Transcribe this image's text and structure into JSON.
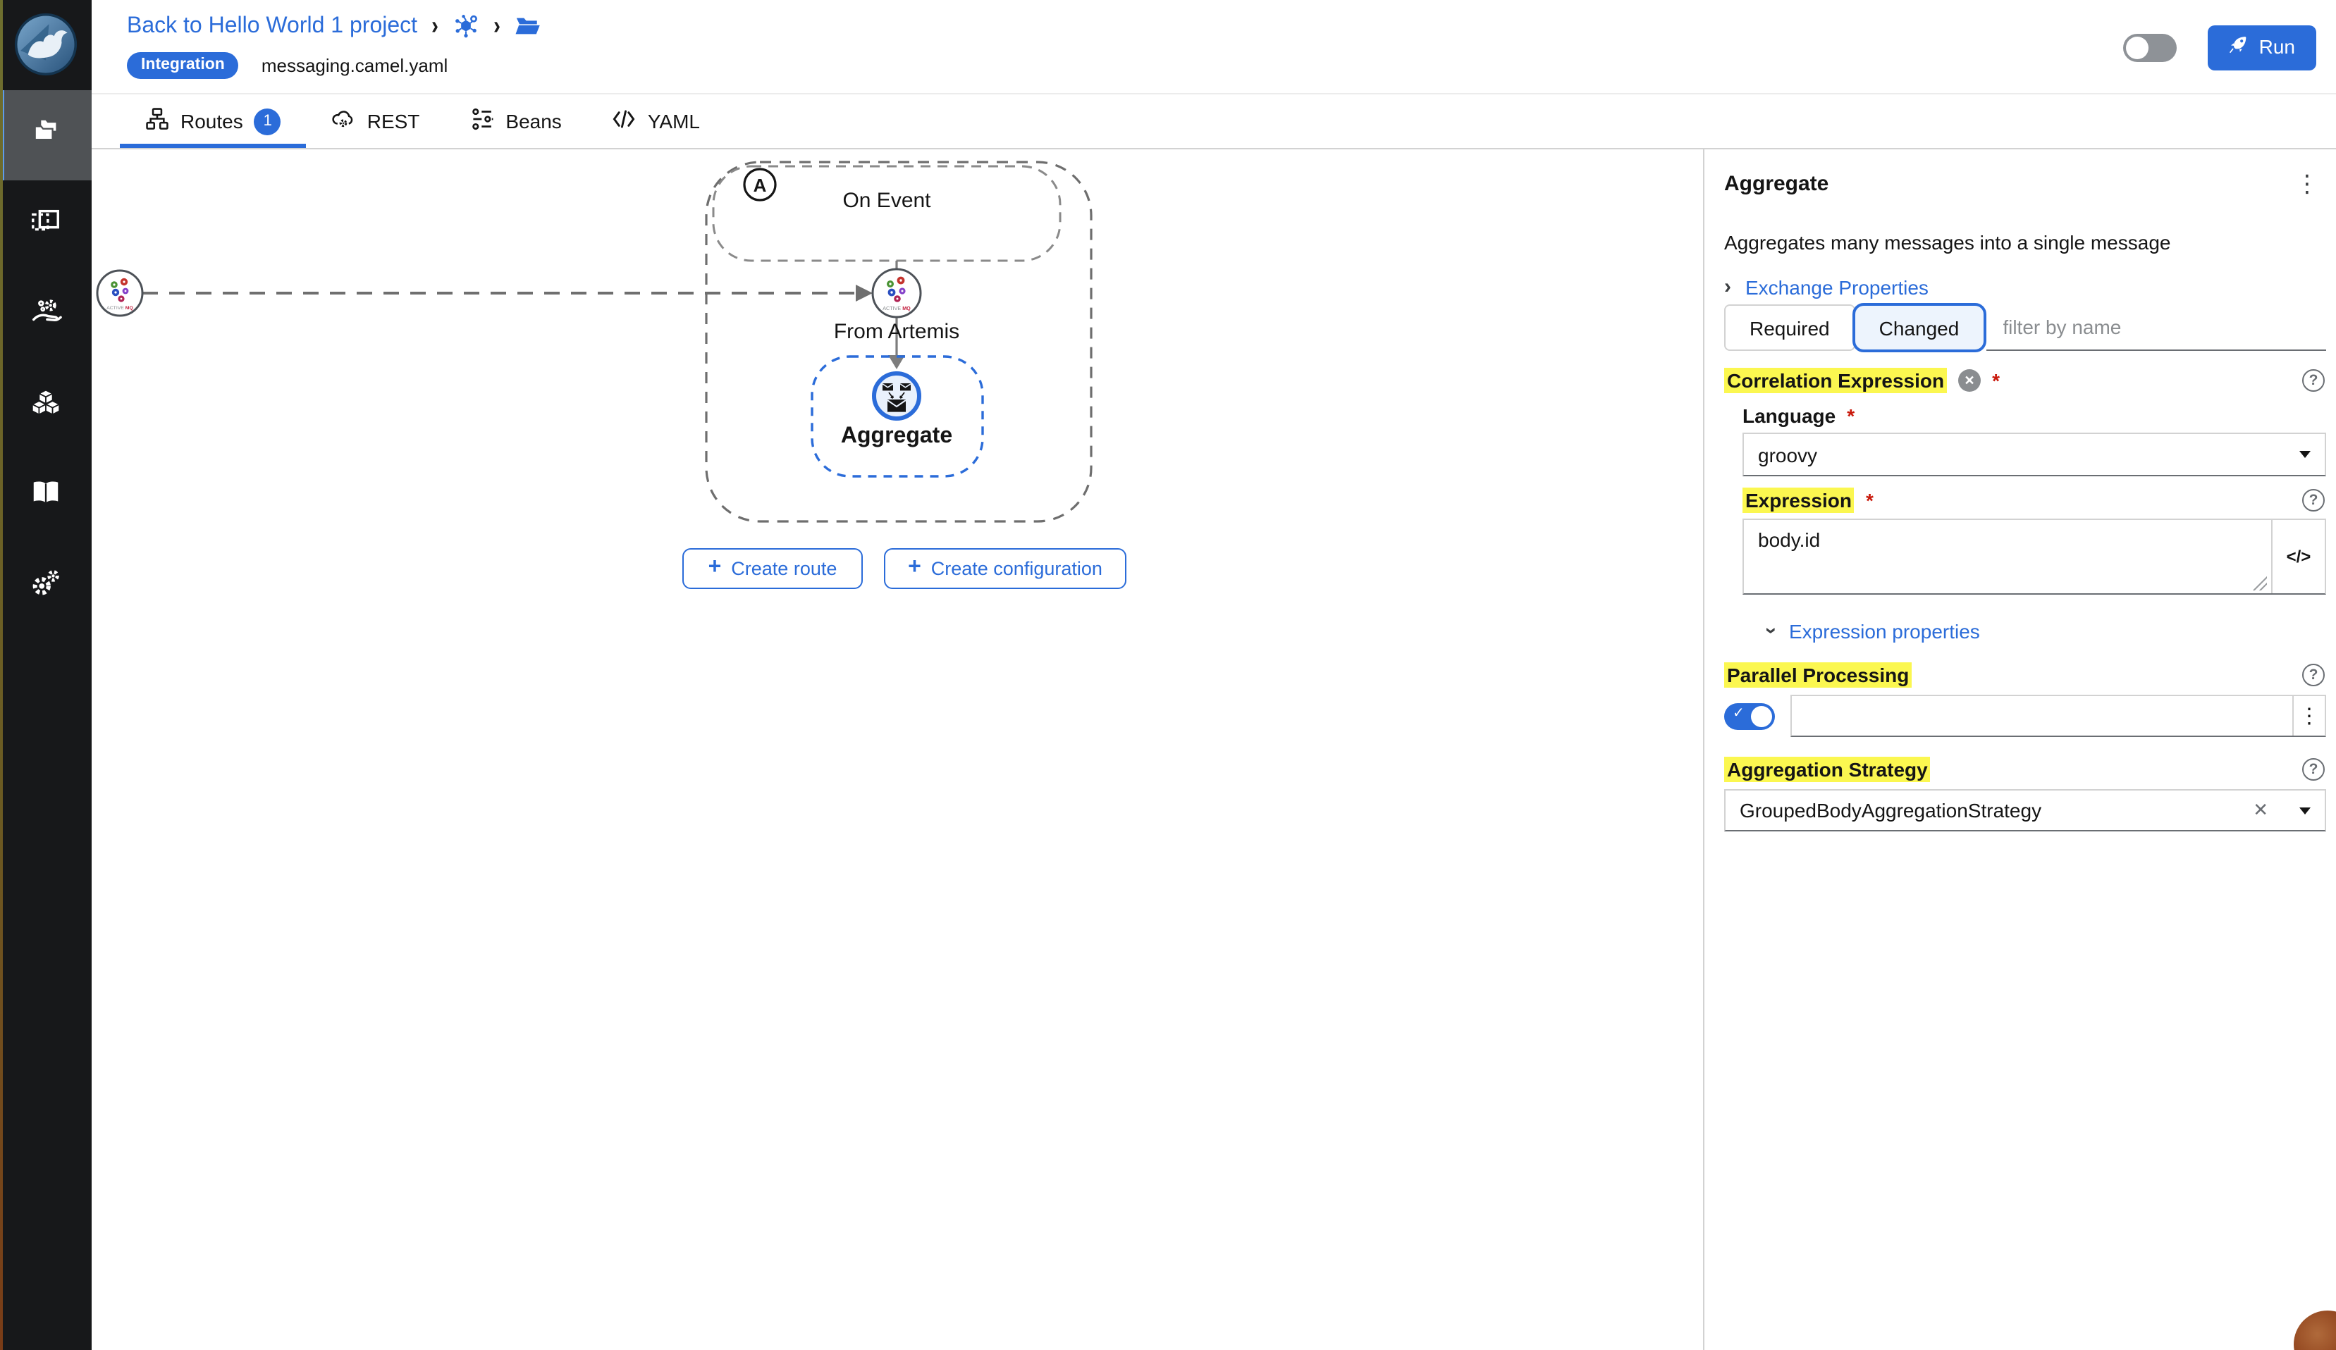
{
  "colors": {
    "accent": "#2b6cd9",
    "highlight": "#fbf750",
    "sidebar_bg": "#17181a",
    "danger": "#c9190b"
  },
  "icons": {
    "chevron_right": "›",
    "kebab": "⋮",
    "close": "✕",
    "clear_x": "✕",
    "check": "✓",
    "plus": "+",
    "code": "</>",
    "question": "?"
  },
  "sidebar": {
    "items": [
      {
        "name": "projects",
        "icon": "folder-stack-icon",
        "active": true
      },
      {
        "name": "design",
        "icon": "dashed-canvas-icon",
        "active": false
      },
      {
        "name": "services",
        "icon": "hand-gear-icon",
        "active": false
      },
      {
        "name": "components",
        "icon": "cubes-icon",
        "active": false
      },
      {
        "name": "catalog",
        "icon": "book-icon",
        "active": false
      },
      {
        "name": "settings",
        "icon": "gears-icon",
        "active": false
      }
    ]
  },
  "header": {
    "back_link": "Back to Hello World 1 project",
    "badge": "Integration",
    "filename": "messaging.camel.yaml",
    "run_label": "Run",
    "theme_toggle_state": "off"
  },
  "tabs": {
    "routes": {
      "label": "Routes",
      "badge": "1",
      "active": true
    },
    "rest": {
      "label": "REST"
    },
    "beans": {
      "label": "Beans"
    },
    "yaml": {
      "label": "YAML"
    }
  },
  "canvas": {
    "group_badge": "A",
    "on_event_label": "On Event",
    "from_node_label": "From Artemis",
    "aggregate_node_label": "Aggregate",
    "activemq_word1": "ACTIVE",
    "activemq_word2": "MQ",
    "create_route_label": "Create route",
    "create_configuration_label": "Create configuration"
  },
  "panel": {
    "title": "Aggregate",
    "description": "Aggregates many messages into a single message",
    "exchange_properties_label": "Exchange Properties",
    "filter": {
      "required_label": "Required",
      "changed_label": "Changed",
      "placeholder": "filter by name"
    },
    "correlation": {
      "label": "Correlation Expression",
      "required_mark": "*"
    },
    "language": {
      "label": "Language",
      "required_mark": "*",
      "value": "groovy"
    },
    "expression": {
      "label": "Expression",
      "required_mark": "*",
      "value": "body.id"
    },
    "expression_properties_label": "Expression properties",
    "parallel": {
      "label": "Parallel Processing",
      "enabled": true,
      "value": ""
    },
    "strategy": {
      "label": "Aggregation Strategy",
      "value": "GroupedBodyAggregationStrategy"
    }
  }
}
